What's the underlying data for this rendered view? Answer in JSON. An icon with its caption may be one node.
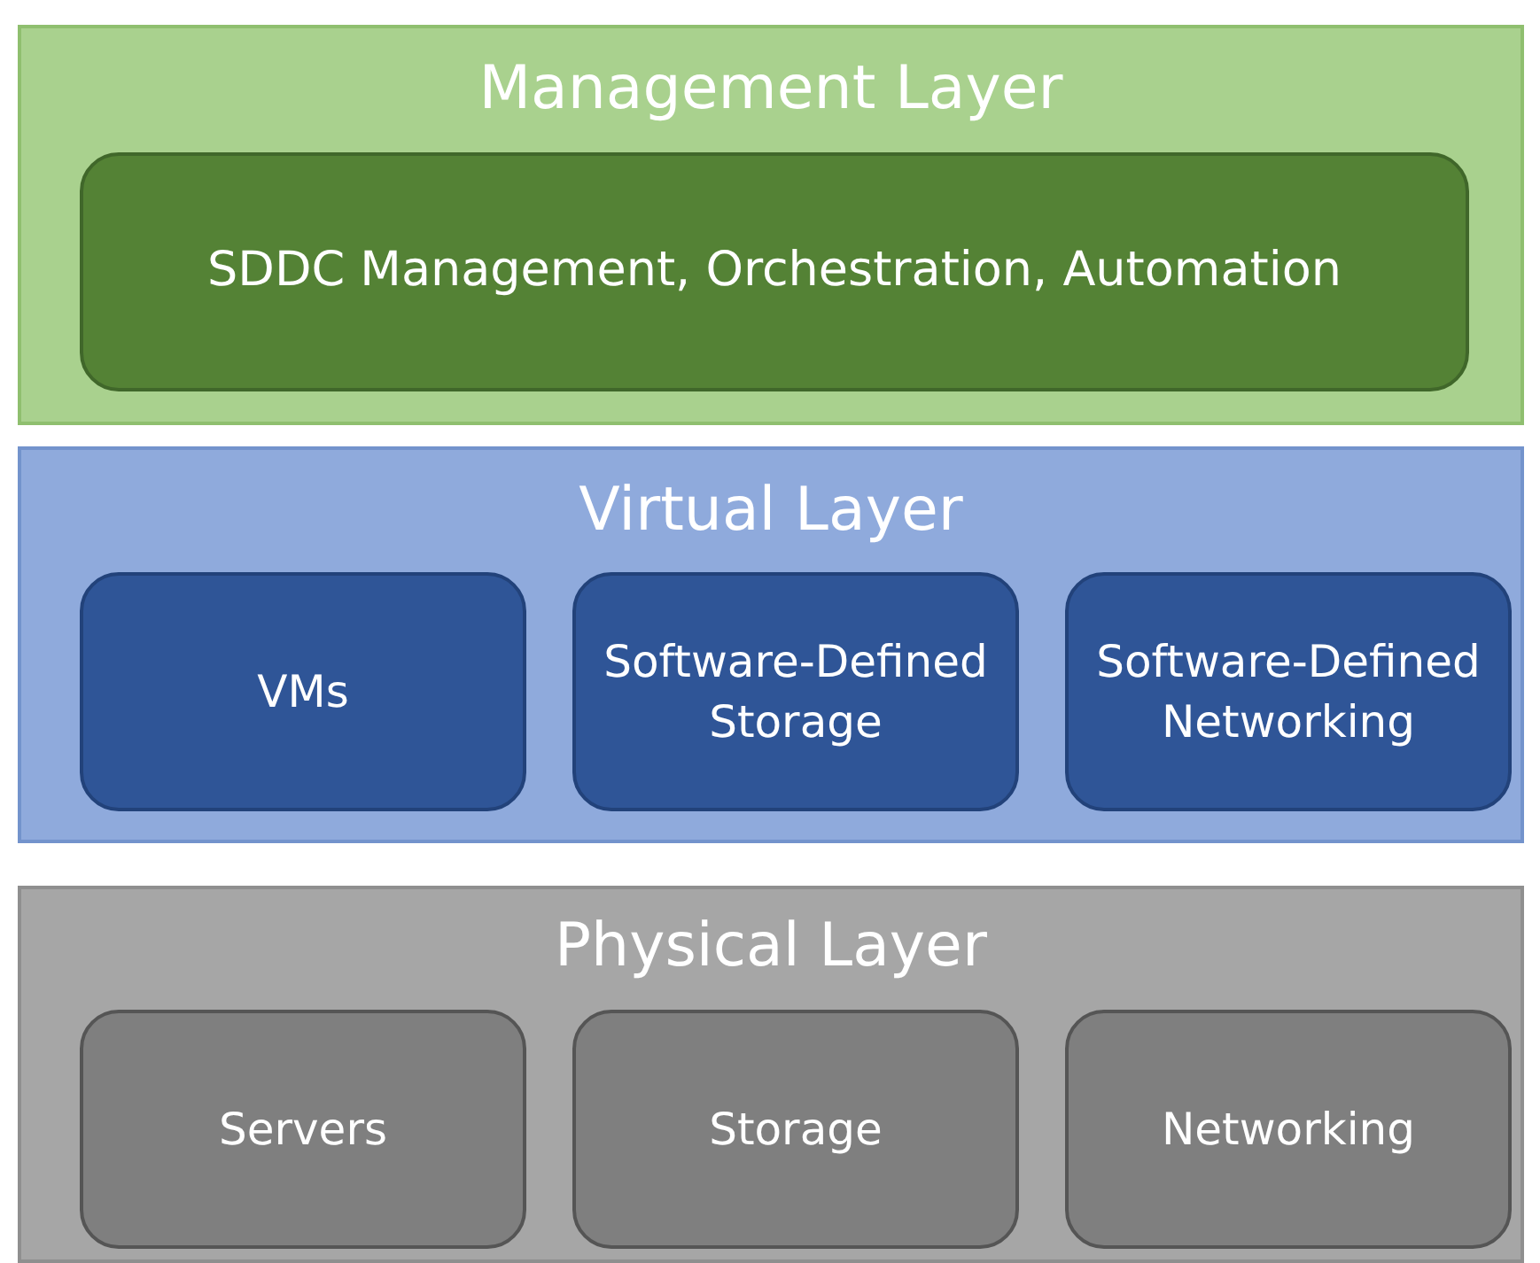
{
  "diagram": {
    "nodes": [
      {
        "text": [
          "Management Layer"
        ]
      },
      {
        "text": [
          "SDDC Management, Orchestration, Automation"
        ],
        "in": 0
      },
      {
        "text": [
          "Virtual Layer"
        ]
      },
      {
        "text": [
          "VMs"
        ],
        "in": 2
      },
      {
        "text": [
          "Software-Defined Storage"
        ],
        "in": 2
      },
      {
        "text": [
          "Software-Defined Networking"
        ],
        "in": 2
      },
      {
        "text": [
          "Physical Layer"
        ]
      },
      {
        "text": [
          "Servers"
        ],
        "in": 6
      },
      {
        "text": [
          "Storage"
        ],
        "in": 6
      },
      {
        "text": [
          "Networking"
        ],
        "in": 6
      }
    ],
    "edges": []
  }
}
